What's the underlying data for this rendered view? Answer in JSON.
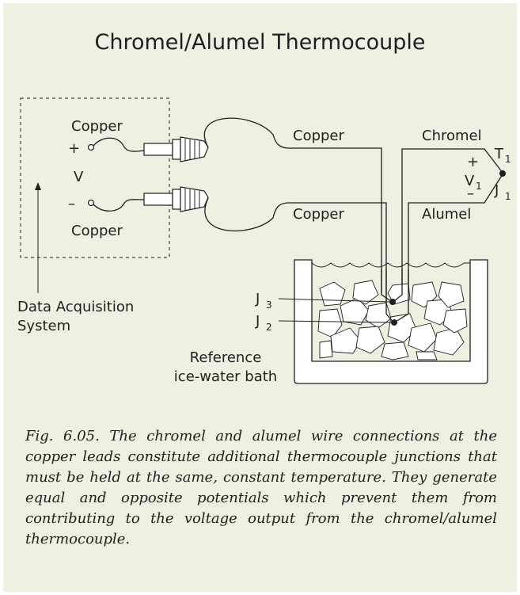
{
  "title": "Chromel/Alumel Thermocouple",
  "labels": {
    "copper_top": "Copper",
    "copper_bottom": "Copper",
    "plus": "+",
    "minus": "–",
    "v": "V",
    "daq_line1": "Data Acquisition",
    "daq_line2": "System",
    "copper_wire_top": "Copper",
    "copper_wire_bottom": "Copper",
    "chromel": "Chromel",
    "alumel": "Alumel",
    "t1": "T",
    "t1_sub": "1",
    "v1": "V",
    "v1_sub": "1",
    "v1_plus": "+",
    "v1_minus": "–",
    "j1": "J",
    "j1_sub": "1",
    "j3": "J",
    "j3_sub": "3",
    "j2": "J",
    "j2_sub": "2",
    "bath_line1": "Reference",
    "bath_line2": "ice-water bath"
  },
  "caption": "Fig. 6.05. The chromel and alumel wire connections at the copper leads constitute additional thermocouple junctions that must be held at the same, constant temperature. They generate equal and opposite potentials which prevent them from contributing to the voltage output from the chromel/alumel thermocouple.",
  "colors": {
    "panel": "#ecf1e1",
    "ink": "#1f1f1f"
  }
}
